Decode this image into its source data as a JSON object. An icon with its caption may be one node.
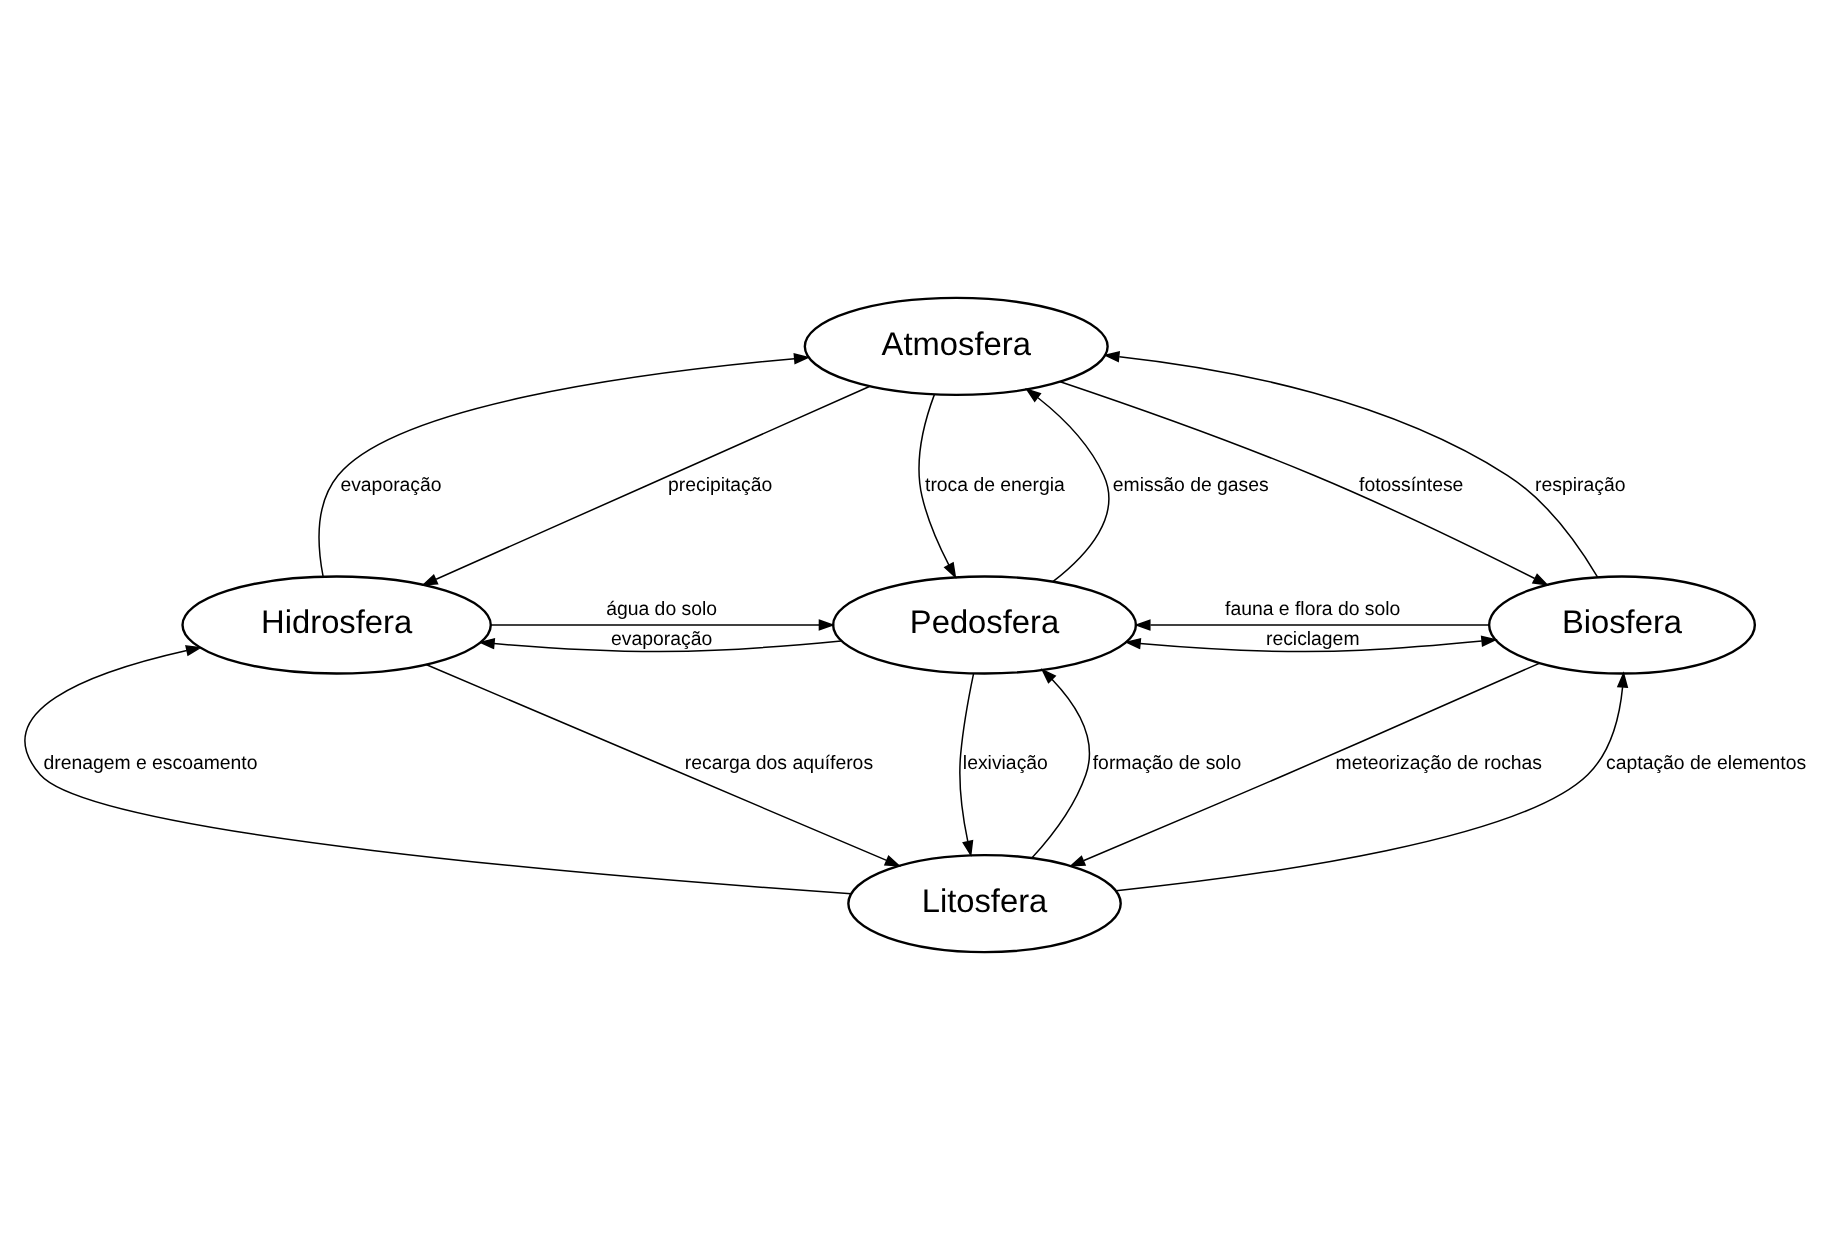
{
  "diagram": {
    "nodes": [
      {
        "text": [
          "Atmosfera"
        ]
      },
      {
        "text": [
          "Hidrosfera"
        ]
      },
      {
        "text": [
          "Pedosfera"
        ]
      },
      {
        "text": [
          "Biosfera"
        ]
      },
      {
        "text": [
          "Litosfera"
        ]
      }
    ],
    "edges": [
      {
        "from": 1,
        "to": 0,
        "arrow": "to",
        "label": "evaporação"
      },
      {
        "from": 0,
        "to": 1,
        "arrow": "to",
        "label": "precipitação"
      },
      {
        "from": 0,
        "to": 2,
        "arrow": "to",
        "label": "troca de energia"
      },
      {
        "from": 2,
        "to": 0,
        "arrow": "to",
        "label": "emissão de gases"
      },
      {
        "from": 0,
        "to": 3,
        "arrow": "to",
        "label": "fotossíntese"
      },
      {
        "from": 3,
        "to": 0,
        "arrow": "to",
        "label": "respiração"
      },
      {
        "from": 2,
        "to": 1,
        "arrow": "to",
        "label": "evaporação"
      },
      {
        "from": 1,
        "to": 2,
        "arrow": "to",
        "label": "água do solo"
      },
      {
        "from": 3,
        "to": 2,
        "arrow": "both",
        "label": "reciclagem"
      },
      {
        "from": 3,
        "to": 2,
        "arrow": "to",
        "label": "fauna e flora do solo"
      },
      {
        "from": 4,
        "to": 1,
        "arrow": "to",
        "label": "drenagem e escoamento"
      },
      {
        "from": 1,
        "to": 4,
        "arrow": "to",
        "label": "recarga dos aquíferos"
      },
      {
        "from": 2,
        "to": 4,
        "arrow": "to",
        "label": "lexiviação"
      },
      {
        "from": 4,
        "to": 2,
        "arrow": "to",
        "label": "formação de solo"
      },
      {
        "from": 3,
        "to": 4,
        "arrow": "to",
        "label": "meteorização de rochas"
      },
      {
        "from": 4,
        "to": 3,
        "arrow": "to",
        "label": "captação de elementos"
      }
    ]
  }
}
